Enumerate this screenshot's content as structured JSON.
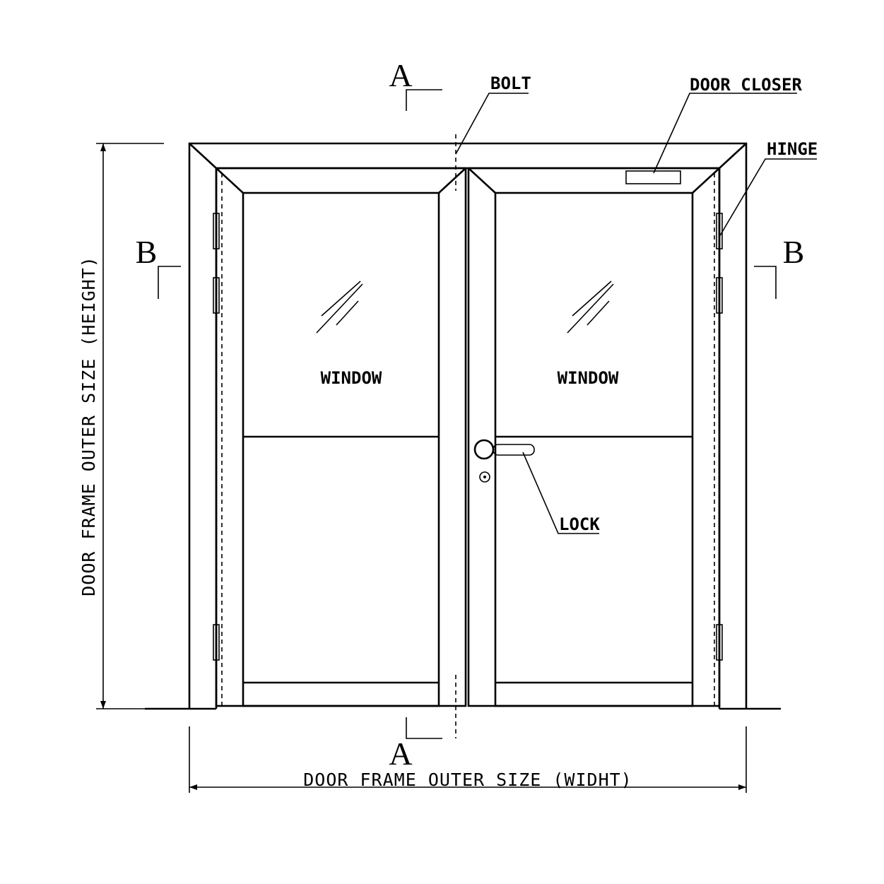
{
  "labels": {
    "bolt": "BOLT",
    "door_closer": "DOOR CLOSER",
    "hinge": "HINGE",
    "lock": "LOCK",
    "window_left": "WINDOW",
    "window_right": "WINDOW"
  },
  "section_marks": {
    "a_top": "A",
    "a_bottom": "A",
    "b_left": "B",
    "b_right": "B"
  },
  "dimensions": {
    "height": "DOOR FRAME OUTER SIZE (HEIGHT)",
    "width": "DOOR FRAME OUTER SIZE (WIDHT)"
  }
}
